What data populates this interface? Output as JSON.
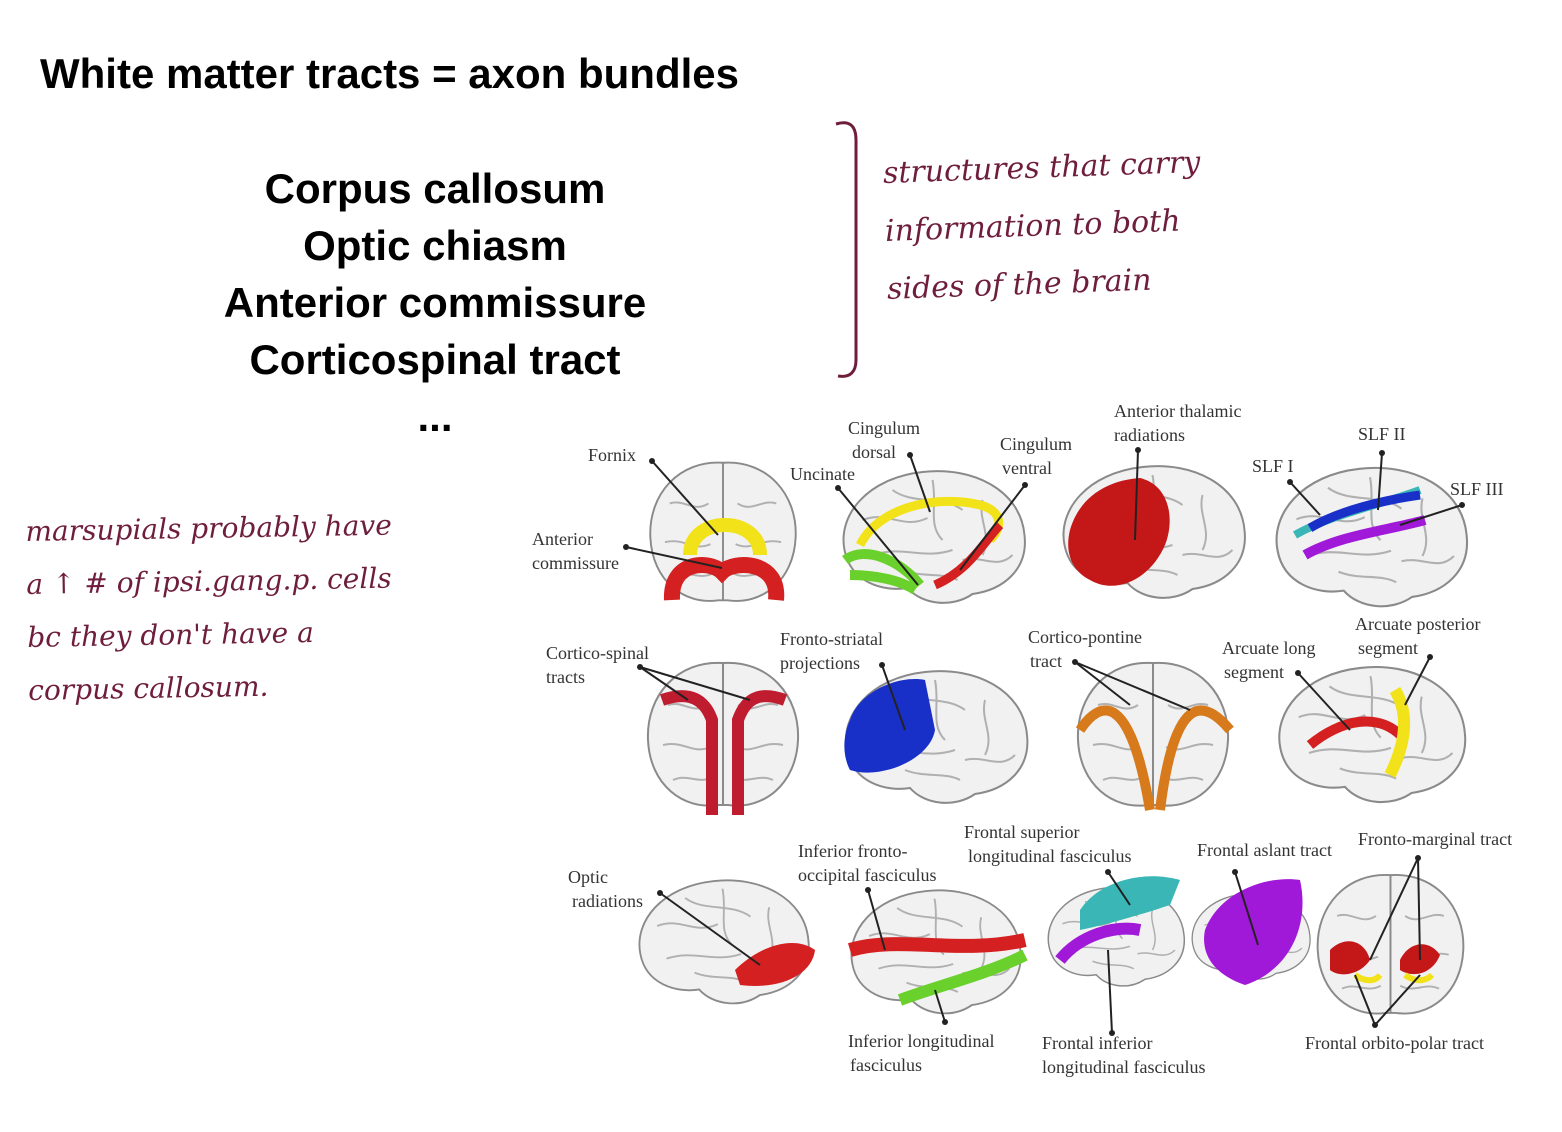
{
  "title": "White matter tracts = axon bundles",
  "tracts_list": [
    "Corpus callosum",
    "Optic chiasm",
    "Anterior commissure",
    "Corticospinal tract",
    "..."
  ],
  "handwritten_right": [
    "structures that carry",
    "information to both",
    "sides of the brain"
  ],
  "handwritten_left": [
    "marsupials probably have",
    "a ↑ # of ipsi.gang.p. cells",
    "bc they don't have a",
    "corpus callosum."
  ],
  "figure_labels": {
    "fornix": "Fornix",
    "anterior_commissure": [
      "Anterior",
      "commissure"
    ],
    "cingulum_dorsal": [
      "Cingulum",
      "dorsal"
    ],
    "uncinate": "Uncinate",
    "cingulum_ventral": [
      "Cingulum",
      "ventral"
    ],
    "anterior_thalamic": [
      "Anterior thalamic",
      "radiations"
    ],
    "slf1": "SLF I",
    "slf2": "SLF II",
    "slf3": "SLF III",
    "cortico_spinal": [
      "Cortico-spinal",
      "tracts"
    ],
    "fronto_striatal": [
      "Fronto-striatal",
      "projections"
    ],
    "cortico_pontine": [
      "Cortico-pontine",
      "tract"
    ],
    "arcuate_long": [
      "Arcuate long",
      "segment"
    ],
    "arcuate_posterior": [
      "Arcuate posterior",
      "segment"
    ],
    "optic_radiations": [
      "Optic",
      "radiations"
    ],
    "ifof": [
      "Inferior fronto-",
      "occipital fasciculus"
    ],
    "frontal_superior": [
      "Frontal superior",
      "longitudinal fasciculus"
    ],
    "frontal_aslant": "Frontal aslant tract",
    "fronto_marginal": "Fronto-marginal tract",
    "ilf": [
      "Inferior longitudinal",
      "fasciculus"
    ],
    "frontal_inferior": [
      "Frontal inferior",
      "longitudinal fasciculus"
    ],
    "frontal_orbito_polar": "Frontal orbito-polar tract"
  },
  "colors": {
    "ink": "#6e1e3c",
    "red": "#d42020",
    "yellow": "#f2e21a",
    "green": "#6ad02c",
    "blue": "#1830c8",
    "purple": "#a018d8",
    "orange": "#d77a1c",
    "teal": "#3ab6b6",
    "crimson": "#c01c30"
  }
}
